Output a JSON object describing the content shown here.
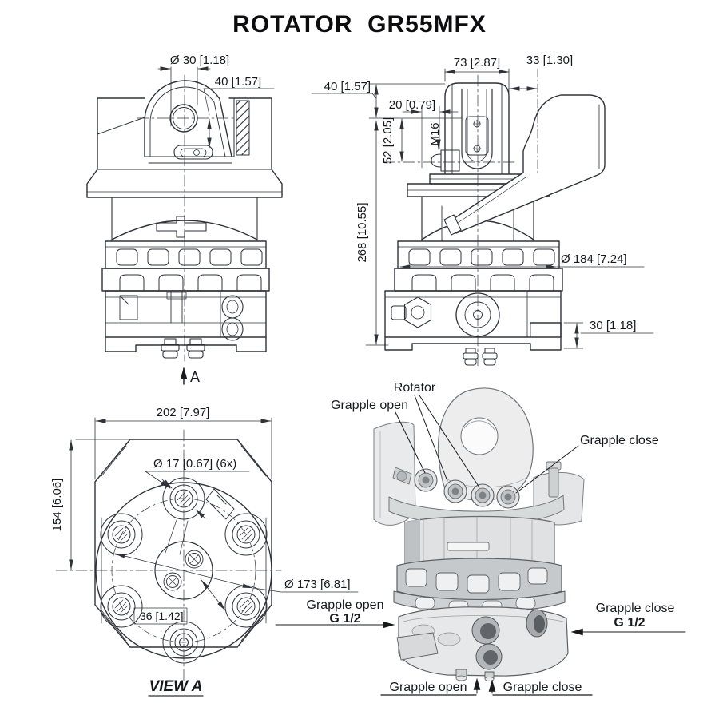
{
  "title": "ROTATOR  GR55MFX",
  "colors": {
    "line": "#2e3239",
    "text": "#17191d",
    "shade_light": "#ededee",
    "shade_mid": "#c6c9cb",
    "shade_dark": "#b4b7b9"
  },
  "front_view": {
    "dim_hole_dia": "Ø 30 [1.18]",
    "dim_hole_offset": "40 [1.57]",
    "section_label": "A"
  },
  "side_view": {
    "dim_clevis_width": "73 [2.87]",
    "dim_offset_right": "33 [1.30]",
    "dim_top": "40 [1.57]",
    "dim_boss_offset": "20 [0.79]",
    "dim_boss_depth": "52 [2.05]",
    "thread": "M16",
    "dim_height": "268 [10.55]",
    "dim_collar_dia": "Ø 184 [7.24]",
    "dim_base_height": "30 [1.18]"
  },
  "bottom_view": {
    "dim_width": "202 [7.97]",
    "dim_height": "154 [6.06]",
    "dim_bolt_holes": "Ø 17 [0.67] (6x)",
    "dim_bolt_circle": "Ø 173 [6.81]",
    "dim_center_ports": "36 [1.42]",
    "view_label": "VIEW A"
  },
  "iso_view": {
    "label_rotator": "Rotator",
    "label_grapple_open_top": "Grapple open",
    "label_grapple_close_top": "Grapple close",
    "label_grapple_open_left": "Grapple open",
    "port_left": "G 1/2",
    "label_grapple_close_right": "Grapple close",
    "port_right": "G 1/2",
    "label_grapple_open_bottom": "Grapple open",
    "label_grapple_close_bottom": "Grapple close"
  }
}
